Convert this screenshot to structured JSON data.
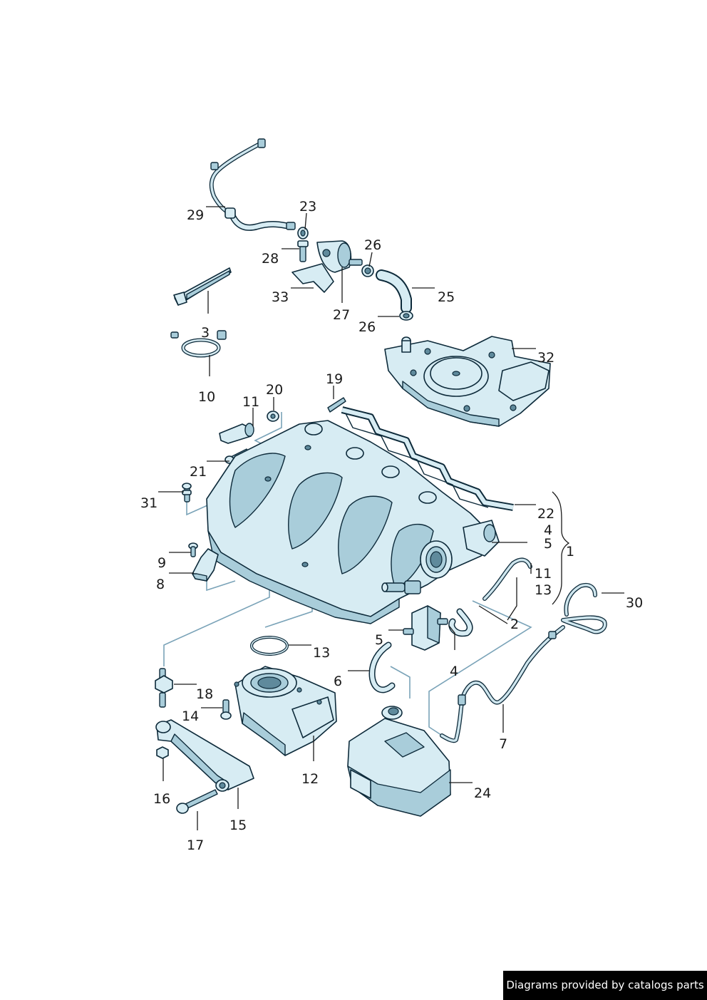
{
  "callouts": [
    {
      "id": "29",
      "text": "29"
    },
    {
      "id": "23",
      "text": "23"
    },
    {
      "id": "28",
      "text": "28"
    },
    {
      "id": "26a",
      "text": "26"
    },
    {
      "id": "33",
      "text": "33"
    },
    {
      "id": "27",
      "text": "27"
    },
    {
      "id": "25",
      "text": "25"
    },
    {
      "id": "26b",
      "text": "26"
    },
    {
      "id": "3",
      "text": "3"
    },
    {
      "id": "10",
      "text": "10"
    },
    {
      "id": "32",
      "text": "32"
    },
    {
      "id": "19",
      "text": "19"
    },
    {
      "id": "20",
      "text": "20"
    },
    {
      "id": "11a",
      "text": "11"
    },
    {
      "id": "21",
      "text": "21"
    },
    {
      "id": "31",
      "text": "31"
    },
    {
      "id": "22",
      "text": "22"
    },
    {
      "id": "4a",
      "text": "4"
    },
    {
      "id": "5a",
      "text": "5"
    },
    {
      "id": "1",
      "text": "1"
    },
    {
      "id": "9",
      "text": "9"
    },
    {
      "id": "8",
      "text": "8"
    },
    {
      "id": "11b",
      "text": "11"
    },
    {
      "id": "13a",
      "text": "13"
    },
    {
      "id": "30",
      "text": "30"
    },
    {
      "id": "2",
      "text": "2"
    },
    {
      "id": "5b",
      "text": "5"
    },
    {
      "id": "13b",
      "text": "13"
    },
    {
      "id": "4b",
      "text": "4"
    },
    {
      "id": "6",
      "text": "6"
    },
    {
      "id": "18",
      "text": "18"
    },
    {
      "id": "14",
      "text": "14"
    },
    {
      "id": "7",
      "text": "7"
    },
    {
      "id": "12",
      "text": "12"
    },
    {
      "id": "24",
      "text": "24"
    },
    {
      "id": "16",
      "text": "16"
    },
    {
      "id": "15",
      "text": "15"
    },
    {
      "id": "17",
      "text": "17"
    }
  ],
  "credit": "Diagrams provided by catalogs parts",
  "colors": {
    "part_fill": "#d7ecf3",
    "part_stroke": "#0d2a3a",
    "group_line": "#7aa3b8",
    "label": "#1a1a1a"
  }
}
